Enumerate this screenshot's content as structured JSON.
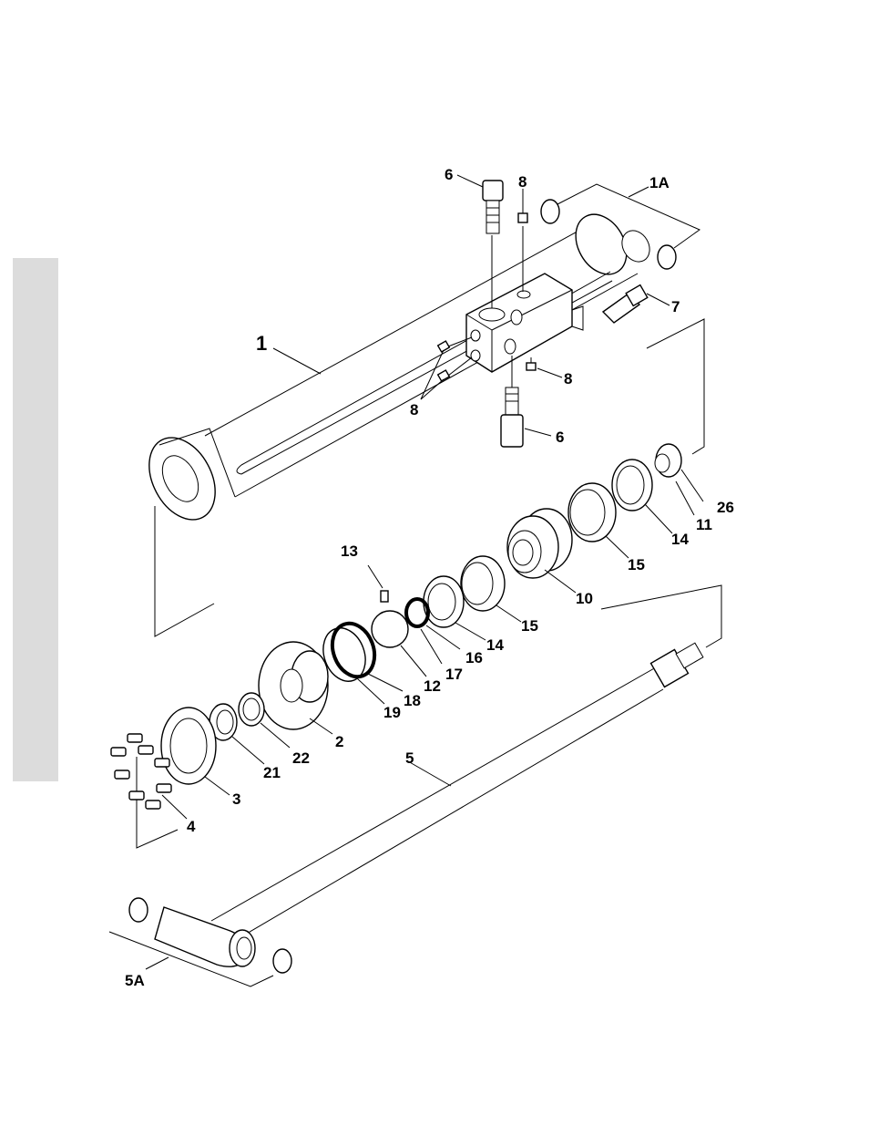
{
  "labels": {
    "p1": "1",
    "p1A": "1A",
    "p2": "2",
    "p3": "3",
    "p4": "4",
    "p5": "5",
    "p5A": "5A",
    "p6_top": "6",
    "p6_bottom": "6",
    "p7": "7",
    "p8_top": "8",
    "p8_right": "8",
    "p8_left": "8",
    "p10": "10",
    "p11": "11",
    "p12": "12",
    "p13": "13",
    "p14_a": "14",
    "p14_b": "14",
    "p15_a": "15",
    "p15_b": "15",
    "p16": "16",
    "p17": "17",
    "p18": "18",
    "p19": "19",
    "p21": "21",
    "p22": "22",
    "p26": "26"
  },
  "colors": {
    "side_tab": "#dcdcdc",
    "line": "#000000",
    "background": "#ffffff"
  }
}
